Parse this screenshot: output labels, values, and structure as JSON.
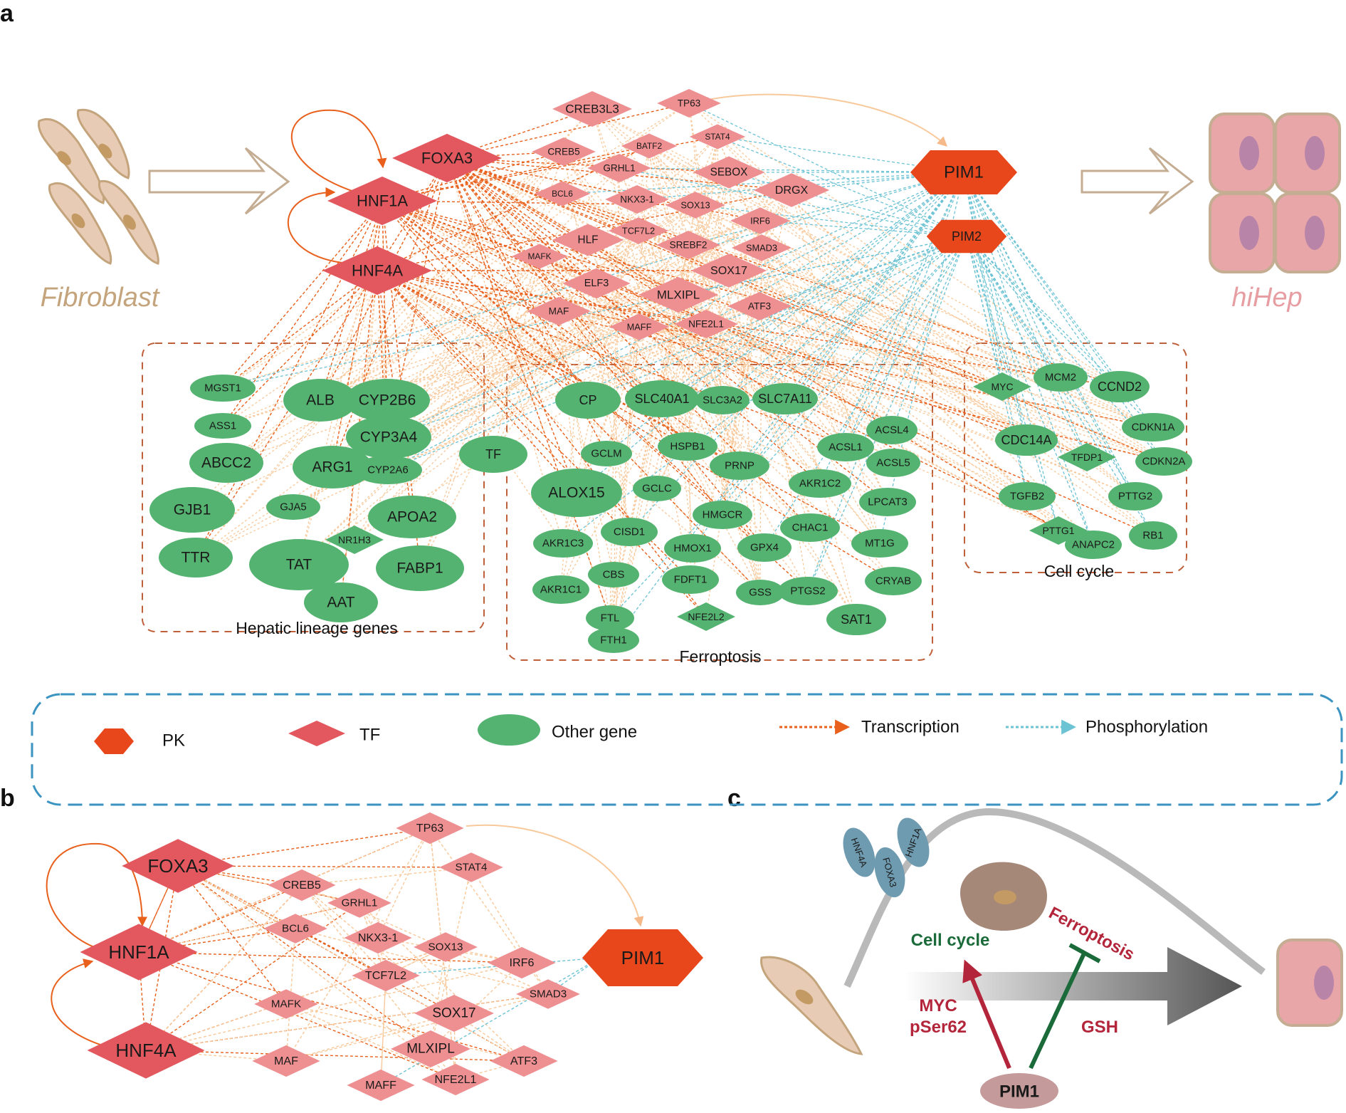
{
  "panels": {
    "a": "a",
    "b": "b",
    "c": "c"
  },
  "colors": {
    "pk": "#e8471c",
    "tf_strong": "#e3585e",
    "tf_light": "#ee8f91",
    "gene": "#54b370",
    "gene_dark": "#3d9e5c",
    "transcription": "#e8601c",
    "phosphorylation": "#6cc3d4",
    "light_edge": "#f8c99b",
    "fibroblast": "#c4a47c",
    "hihep": "#e79ea2",
    "box": "#c0603a",
    "legend_box": "#3a93c0"
  },
  "cells": {
    "fibroblast_label": "Fibroblast",
    "hihep_label": "hiHep"
  },
  "groups": {
    "hepatic": "Hepatic lineage genes",
    "ferroptosis": "Ferroptosis",
    "cell_cycle": "Cell cycle"
  },
  "legend": {
    "pk": "PK",
    "tf": "TF",
    "other": "Other gene",
    "transcription": "Transcription",
    "phosphorylation": "Phosphorylation"
  },
  "network_a": {
    "pk": [
      {
        "id": "PIM1",
        "label": "PIM1",
        "icon": "hexagon"
      },
      {
        "id": "PIM2",
        "label": "PIM2",
        "icon": "hexagon"
      }
    ],
    "tf_strong": [
      "HNF1A",
      "FOXA3",
      "HNF4A"
    ],
    "tf": [
      "CREB3L3",
      "TP63",
      "STAT4",
      "CREB5",
      "BATF2",
      "GRHL1",
      "SEBOX",
      "DRGX",
      "BCL6",
      "NKX3-1",
      "SOX13",
      "IRF6",
      "HLF",
      "TCF7L2",
      "SREBF2",
      "SMAD3",
      "MAFK",
      "SOX17",
      "ELF3",
      "MLXIPL",
      "ATF3",
      "MAF",
      "MAFF",
      "NFE2L1"
    ],
    "hepatic_genes": [
      "MGST1",
      "ALB",
      "CYP2B6",
      "ASS1",
      "CYP3A4",
      "ABCC2",
      "ARG1",
      "CYP2A6",
      "GJB1",
      "GJA5",
      "APOA2",
      "NR1H3",
      "TTR",
      "TAT",
      "FABP1",
      "AAT"
    ],
    "ferroptosis_genes": [
      "CP",
      "SLC40A1",
      "SLC3A2",
      "SLC7A11",
      "TF",
      "ACSL4",
      "GCLM",
      "HSPB1",
      "ACSL1",
      "PRNP",
      "ACSL5",
      "GCLC",
      "AKR1C2",
      "ALOX15",
      "HMGCR",
      "LPCAT3",
      "CISD1",
      "CHAC1",
      "AKR1C3",
      "HMOX1",
      "GPX4",
      "MT1G",
      "CBS",
      "FDFT1",
      "CRYAB",
      "AKR1C1",
      "GSS",
      "PTGS2",
      "FTL",
      "NFE2L2",
      "SAT1",
      "FTH1"
    ],
    "cell_cycle_genes": [
      "MYC",
      "MCM2",
      "CCND2",
      "CDKN1A",
      "CDC14A",
      "TFDP1",
      "CDKN2A",
      "TGFB2",
      "PTTG2",
      "PTTG1",
      "ANAPC2",
      "RB1"
    ]
  },
  "network_b": {
    "pk": [
      "PIM1"
    ],
    "tf_strong": [
      "FOXA3",
      "HNF1A",
      "HNF4A"
    ],
    "tf": [
      "TP63",
      "STAT4",
      "CREB5",
      "GRHL1",
      "BCL6",
      "NKX3-1",
      "SOX13",
      "IRF6",
      "TCF7L2",
      "MAFK",
      "SOX17",
      "SMAD3",
      "MLXIPL",
      "MAF",
      "ATF3",
      "MAFF",
      "NFE2L1"
    ]
  },
  "panel_c": {
    "tfs": [
      "HNF4A",
      "FOXA3",
      "HNF1A"
    ],
    "cell_cycle": "Cell cycle",
    "ferroptosis": "Ferroptosis",
    "myc": "MYC",
    "pser": "pSer62",
    "gsh": "GSH",
    "pim1": "PIM1"
  }
}
